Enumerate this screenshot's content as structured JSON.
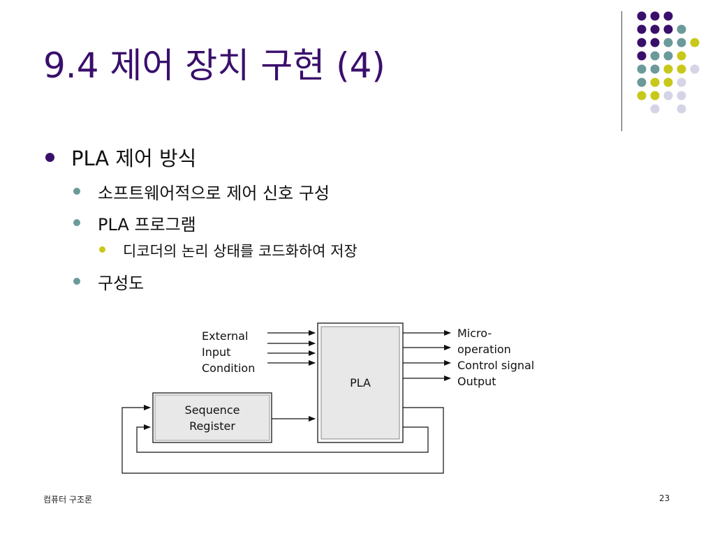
{
  "slide": {
    "title": "9.4 제어 장치 구현 (4)",
    "bullets": {
      "level1": "PLA 제어 방식",
      "level2_a": "소프트웨어적으로 제어 신호 구성",
      "level2_b": "PLA 프로그램",
      "level3": "디코더의 논리 상태를 코드화하여 저장",
      "level2_c": "구성도"
    },
    "diagram": {
      "input_label": [
        "External",
        "Input",
        "Condition"
      ],
      "pla_label": "PLA",
      "register_label": [
        "Sequence",
        "Register"
      ],
      "output_label": [
        "Micro-",
        "operation",
        "Control signal",
        "Output"
      ]
    },
    "footer": {
      "course": "컴퓨터 구조론",
      "page": "23"
    }
  },
  "colors": {
    "title": "#3a0f6b",
    "purple": "#3a0f6b",
    "teal": "#6b9a9a",
    "yellow": "#c8c81a",
    "lavender": "#d4d4e6"
  }
}
